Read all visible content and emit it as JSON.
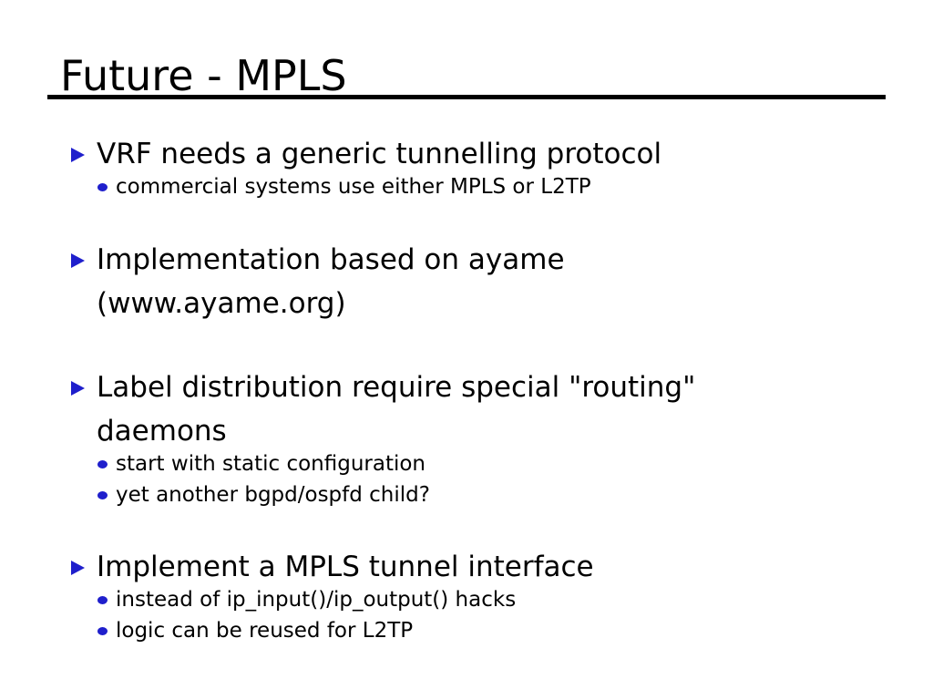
{
  "slide": {
    "title": "Future - MPLS",
    "bullets": [
      {
        "lines": [
          "VRF needs a generic tunnelling protocol"
        ],
        "subs": [
          "commercial systems use either MPLS or L2TP"
        ]
      },
      {
        "lines": [
          "Implementation based on ayame",
          "(www.ayame.org)"
        ],
        "subs": []
      },
      {
        "lines": [
          "Label distribution require special \"routing\"",
          "daemons"
        ],
        "subs": [
          "start with static configuration",
          "yet another bgpd/ospfd child?"
        ]
      },
      {
        "lines": [
          "Implement a MPLS tunnel interface"
        ],
        "subs": [
          "instead of ip_input()/ip_output() hacks",
          "logic can be reused for L2TP"
        ]
      }
    ]
  },
  "colors": {
    "bullet_marker": "#1f1fcc",
    "text": "#000000",
    "background": "#ffffff"
  },
  "icons": {
    "main_marker": "triangle-right-icon",
    "sub_marker": "dot-icon"
  }
}
